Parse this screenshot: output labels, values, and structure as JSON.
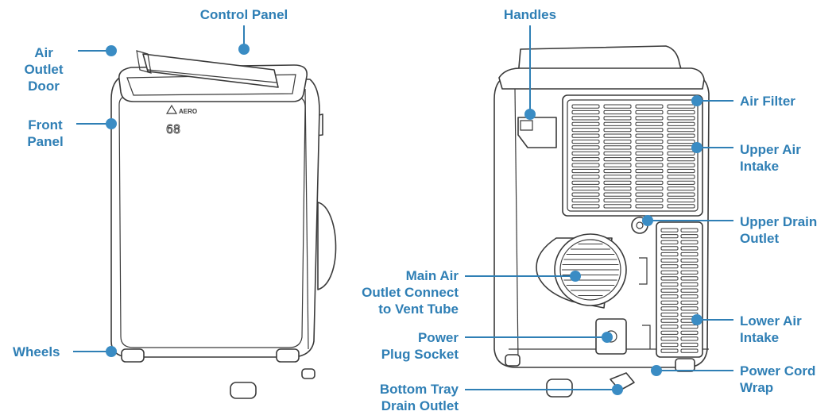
{
  "brand_mark": "AERO",
  "display_digits": "68",
  "colors": {
    "accent": "#2f7fb5",
    "dot": "#3a8cc4",
    "outline": "#3a3a3a"
  },
  "labels": {
    "control_panel": [
      "Control Panel"
    ],
    "air_outlet_door": [
      "Air",
      "Outlet",
      "Door"
    ],
    "front_panel": [
      "Front",
      "Panel"
    ],
    "wheels": [
      "Wheels"
    ],
    "handles": [
      "Handles"
    ],
    "air_filter": [
      "Air Filter"
    ],
    "upper_air_intake": [
      "Upper Air",
      "Intake"
    ],
    "upper_drain_outlet": [
      "Upper Drain",
      "Outlet"
    ],
    "main_air_outlet": [
      "Main Air",
      "Outlet Connect",
      "to Vent Tube"
    ],
    "power_plug_socket": [
      "Power",
      "Plug Socket"
    ],
    "lower_air_intake": [
      "Lower Air",
      "Intake"
    ],
    "power_cord_wrap": [
      "Power Cord",
      "Wrap"
    ],
    "bottom_tray_drain": [
      "Bottom Tray",
      "Drain Outlet"
    ]
  }
}
